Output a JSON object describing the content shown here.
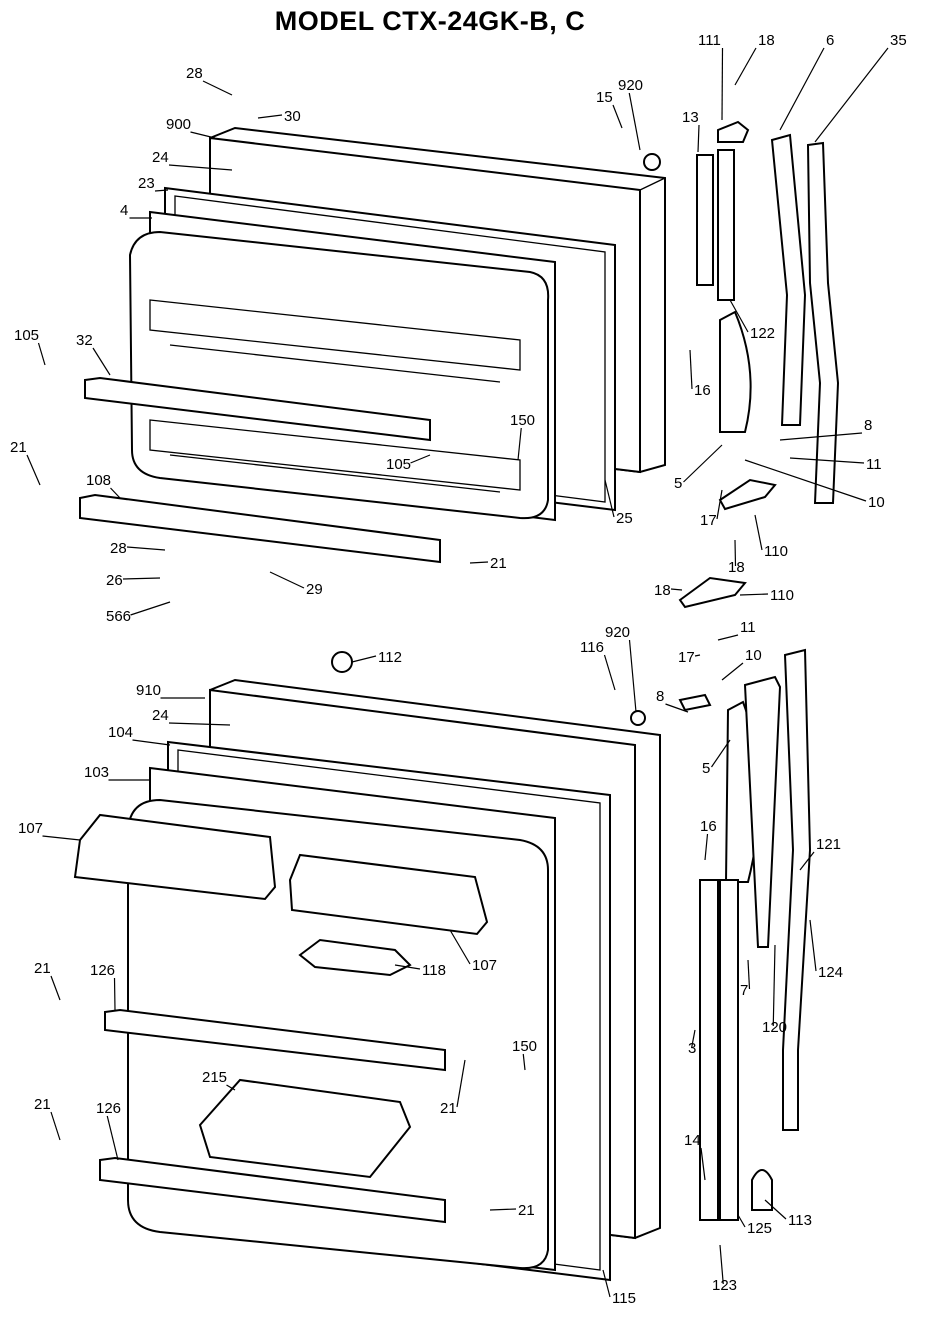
{
  "title": "MODEL CTX-24GK-B, C",
  "callouts": [
    "28",
    "30",
    "900",
    "24",
    "23",
    "4",
    "105",
    "32",
    "21",
    "108",
    "105",
    "150",
    "25",
    "28",
    "26",
    "566",
    "29",
    "21",
    "15",
    "920",
    "111",
    "18",
    "6",
    "35",
    "13",
    "122",
    "16",
    "8",
    "11",
    "5",
    "10",
    "17",
    "110",
    "18",
    "18",
    "110",
    "11",
    "17",
    "10",
    "8",
    "5",
    "920",
    "116",
    "112",
    "910",
    "24",
    "104",
    "103",
    "107",
    "107",
    "118",
    "16",
    "121",
    "124",
    "7",
    "120",
    "3",
    "21",
    "126",
    "150",
    "21",
    "215",
    "21",
    "126",
    "14",
    "21",
    "113",
    "125",
    "123",
    "115"
  ]
}
